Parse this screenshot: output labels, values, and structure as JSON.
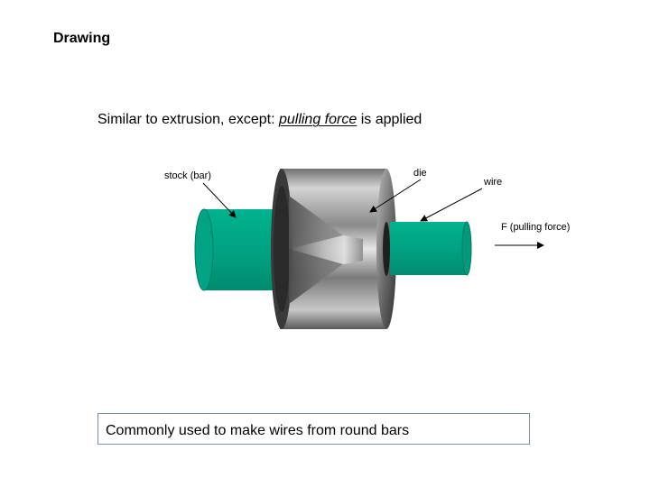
{
  "slide": {
    "title": "Drawing",
    "subtitle": {
      "prefix": "Similar to extrusion, except: ",
      "emphasis": "pulling force",
      "suffix": " is applied"
    },
    "caption": "Commonly used to make wires from round bars"
  },
  "diagram": {
    "labels": {
      "stock": "stock (bar)",
      "die": "die",
      "wire": "wire",
      "force": "F (pulling force)"
    },
    "colors": {
      "bar": "#00a383",
      "bar_dark": "#007a62",
      "die_light": "#d9d9d9",
      "die_mid": "#8c8c8c",
      "die_dark": "#333333",
      "arrow": "#000000"
    }
  }
}
